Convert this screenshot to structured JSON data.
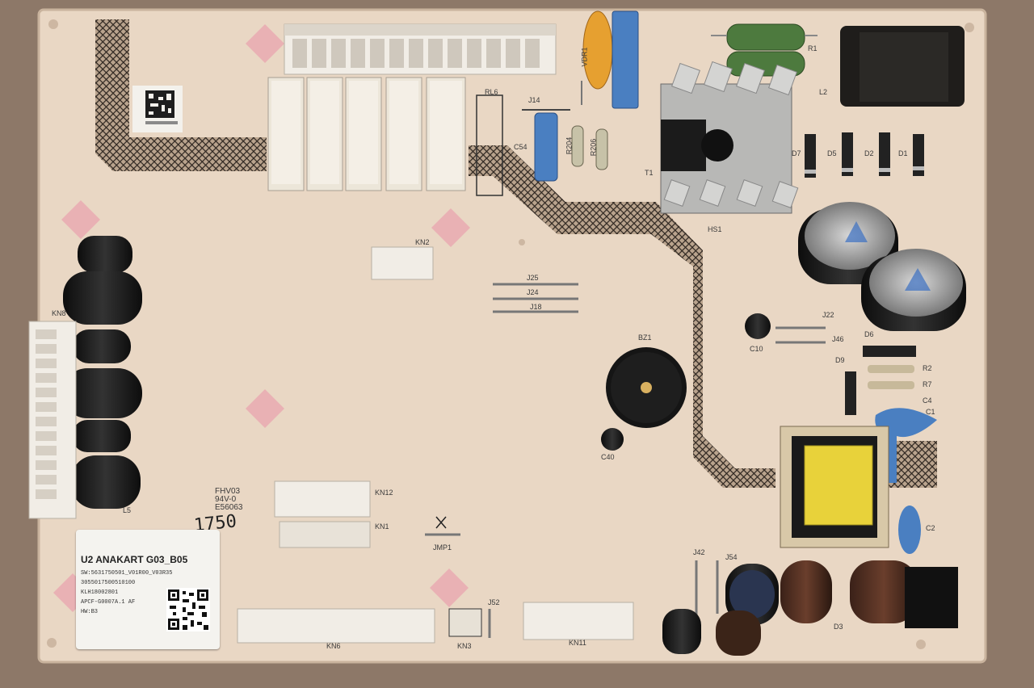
{
  "board": {
    "sticker": {
      "title": "U2 ANAKART G03_B05",
      "lines": [
        "SW:5631750501_V01R00_V03R35",
        "3055017500510100",
        "KLH18002801",
        "APCF-G0007A.1 AF",
        "HW:B3"
      ]
    },
    "handwritten": "1750",
    "ul_mark": {
      "lines": [
        "FHV03",
        "94V-0",
        "E56063"
      ]
    },
    "labels": {
      "kn1": "KN1",
      "kn2": "KN2",
      "kn3": "KN3",
      "kn6": "KN6",
      "kn11": "KN11",
      "kn12": "KN12",
      "kn8": "KN8",
      "rl6": "RL6",
      "j14": "J14",
      "c54": "C54",
      "r204": "R204",
      "r206": "R206",
      "vdr": "VDR1",
      "r1": "R1",
      "l2": "L2",
      "t1": "T1",
      "hs1": "HS1",
      "d7": "D7",
      "d5": "D5",
      "d2": "D2",
      "d1": "D1",
      "j25": "J25",
      "j24": "J24",
      "j18": "J18",
      "j22": "J22",
      "j46": "J46",
      "c10": "C10",
      "d6": "D6",
      "d9": "D9",
      "r2": "R2",
      "r7": "R7",
      "c4": "C4",
      "c1": "C1",
      "c2": "C2",
      "bz1": "BZ1",
      "c40": "C40",
      "l5": "L5",
      "jmp1": "JMP1",
      "j42": "J42",
      "j54": "J54",
      "j52": "J52",
      "d3": "D3"
    }
  },
  "colors": {
    "pcb": "#e9d7c4",
    "hatch": "#3c3328",
    "relay": "#ece6d9",
    "connector": "#f1ede6",
    "cap": "#1c1c1c",
    "blue": "#4a7fc1",
    "resistor_green": "#4d7a3e",
    "yellow_coil": "#e8d23a",
    "orange_cap": "#e6a030"
  }
}
